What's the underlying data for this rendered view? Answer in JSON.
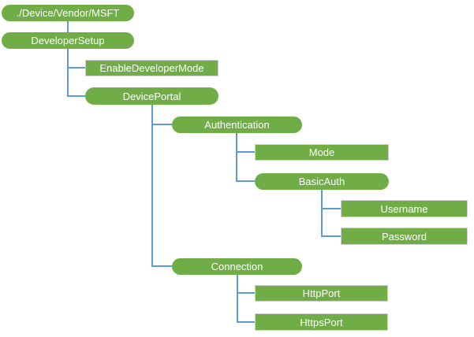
{
  "diagram": {
    "type": "tree",
    "colors": {
      "node_fill": "#70AD47",
      "node_text": "#FFFFFF",
      "connector_blue": "#5B9BD5",
      "leaf_border": "#D2D2D2"
    },
    "nodes": [
      {
        "label": "./Device/Vendor/MSFT",
        "shape": "pill",
        "parent": null
      },
      {
        "label": "DeveloperSetup",
        "shape": "pill",
        "parent": "./Device/Vendor/MSFT"
      },
      {
        "label": "EnableDeveloperMode",
        "shape": "rect",
        "parent": "DeveloperSetup"
      },
      {
        "label": "DevicePortal",
        "shape": "pill",
        "parent": "DeveloperSetup"
      },
      {
        "label": "Authentication",
        "shape": "pill",
        "parent": "DevicePortal"
      },
      {
        "label": "Mode",
        "shape": "rect",
        "parent": "Authentication"
      },
      {
        "label": "BasicAuth",
        "shape": "pill",
        "parent": "Authentication"
      },
      {
        "label": "Username",
        "shape": "rect",
        "parent": "BasicAuth"
      },
      {
        "label": "Password",
        "shape": "rect",
        "parent": "BasicAuth"
      },
      {
        "label": "Connection",
        "shape": "pill",
        "parent": "DevicePortal"
      },
      {
        "label": "HttpPort",
        "shape": "rect",
        "parent": "Connection"
      },
      {
        "label": "HttpsPort",
        "shape": "rect",
        "parent": "Connection"
      }
    ]
  }
}
